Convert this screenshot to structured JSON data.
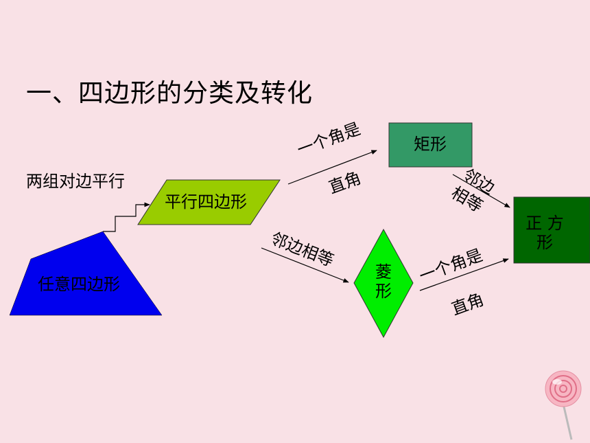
{
  "title": "一、四边形的分类及转化",
  "nodes": {
    "general": "任意四边形",
    "parallelogram": "平行四边形",
    "rectangle": "矩形",
    "rhombus": [
      "菱",
      "形"
    ],
    "square": [
      "正 方",
      "形"
    ]
  },
  "conditions": {
    "to_parallelogram": "两组对边平行",
    "to_rectangle_top": "一个角是",
    "to_rectangle_bottom": "直角",
    "to_rhombus": "邻边相等",
    "rect_to_square_top": "邻边",
    "rect_to_square_bottom": "相等",
    "rhombus_to_square_top": "一个角是",
    "rhombus_to_square_bottom": "直角"
  },
  "colors": {
    "background": "#f9e1e6",
    "general": "#0000ee",
    "parallelogram": "#99cc00",
    "rectangle": "#339966",
    "rhombus": "#00ee00",
    "square": "#006600"
  },
  "icons": [
    "lollipop-icon"
  ]
}
